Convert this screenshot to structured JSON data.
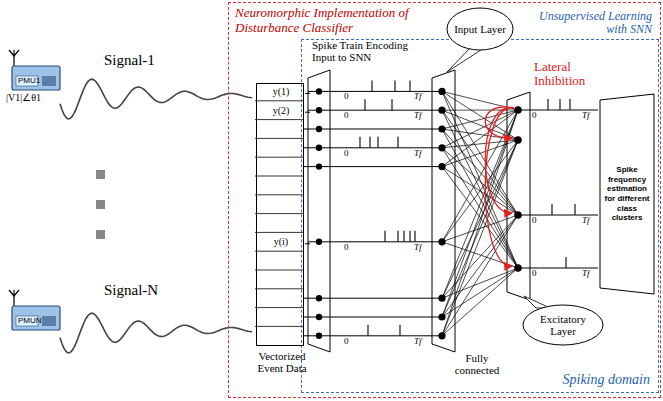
{
  "diagram": {
    "nodes": [
      {
        "text": [
          "Neuromorphic Implementation of Disturbance Classifier"
        ]
      },
      {
        "text": [
          "Unsupervised Learning with SNN",
          "Spiking domain"
        ],
        "in": 0
      },
      {
        "text": [
          "Vectorized Event Data"
        ],
        "in": 0
      },
      {
        "text": [
          "y(1)"
        ],
        "in": 2
      },
      {
        "text": [
          "y(2)"
        ],
        "in": 2
      },
      {
        "text": [
          "y(i)"
        ],
        "in": 2
      },
      {
        "text": [
          "Spike Train Encoding Input to SNN"
        ],
        "in": 1
      },
      {
        "text": [
          "Input Layer"
        ],
        "in": 0
      },
      {
        "text": [
          "Excitatory Layer"
        ],
        "in": 1
      },
      {
        "text": [
          "Spike frequency estimation for different class clusters"
        ],
        "in": 1
      }
    ],
    "edges": [
      {
        "from": 3,
        "to": 6,
        "arrow": "none"
      },
      {
        "from": 4,
        "to": 6,
        "arrow": "none"
      },
      {
        "from": 5,
        "to": 6,
        "arrow": "none"
      }
    ],
    "labels": [
      "PMU1",
      "|V1|∠θ1",
      "Signal-1",
      "PMUN",
      "Signal-N",
      "Lateral Inhibition",
      "Fully connected",
      "0",
      "Tf",
      "0",
      "Tf",
      "0",
      "Tf",
      "0",
      "Tf",
      "0",
      "Tf",
      "0",
      "Tf",
      "0",
      "Tf",
      "0",
      "Tf"
    ]
  }
}
